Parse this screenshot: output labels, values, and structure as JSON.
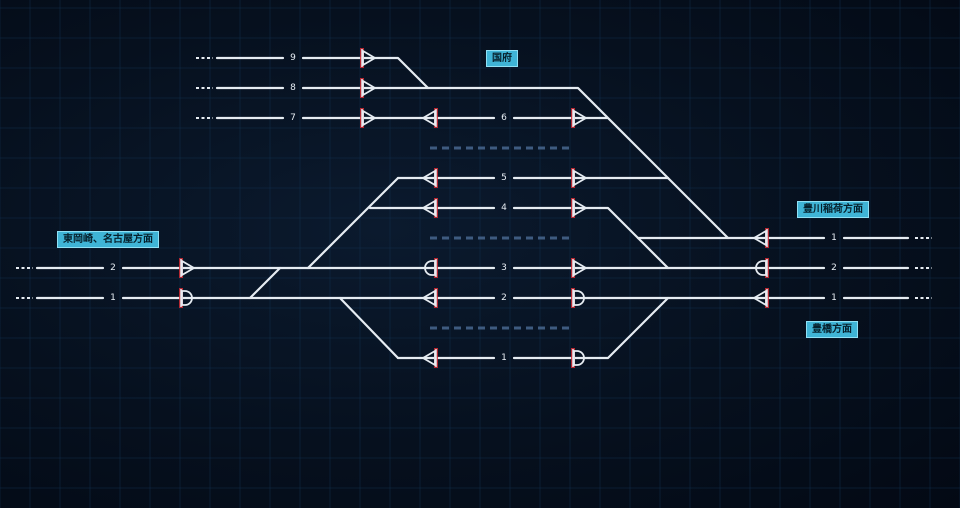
{
  "labels": {
    "kokufu": "国府",
    "higashi_okazaki": "東岡崎、名古屋方面",
    "toyokawa_inari": "豊川稲荷方面",
    "toyohashi": "豊橋方面"
  },
  "track_numbers": {
    "ml9": "9",
    "ml8": "8",
    "ml7": "7",
    "ml2": "2",
    "ml1": "1",
    "p6": "6",
    "p5": "5",
    "p4": "4",
    "p3": "3",
    "p2": "2",
    "p1": "1",
    "rt_toyokawa": "1",
    "rt_up": "2",
    "rt_down": "1"
  },
  "colors": {
    "track": "#e6ecf2",
    "signal_red": "#d22a32",
    "platform": "#3e5b80",
    "label_bg": "#3fb4d6",
    "grid": "#123050",
    "background": "#040c18"
  }
}
